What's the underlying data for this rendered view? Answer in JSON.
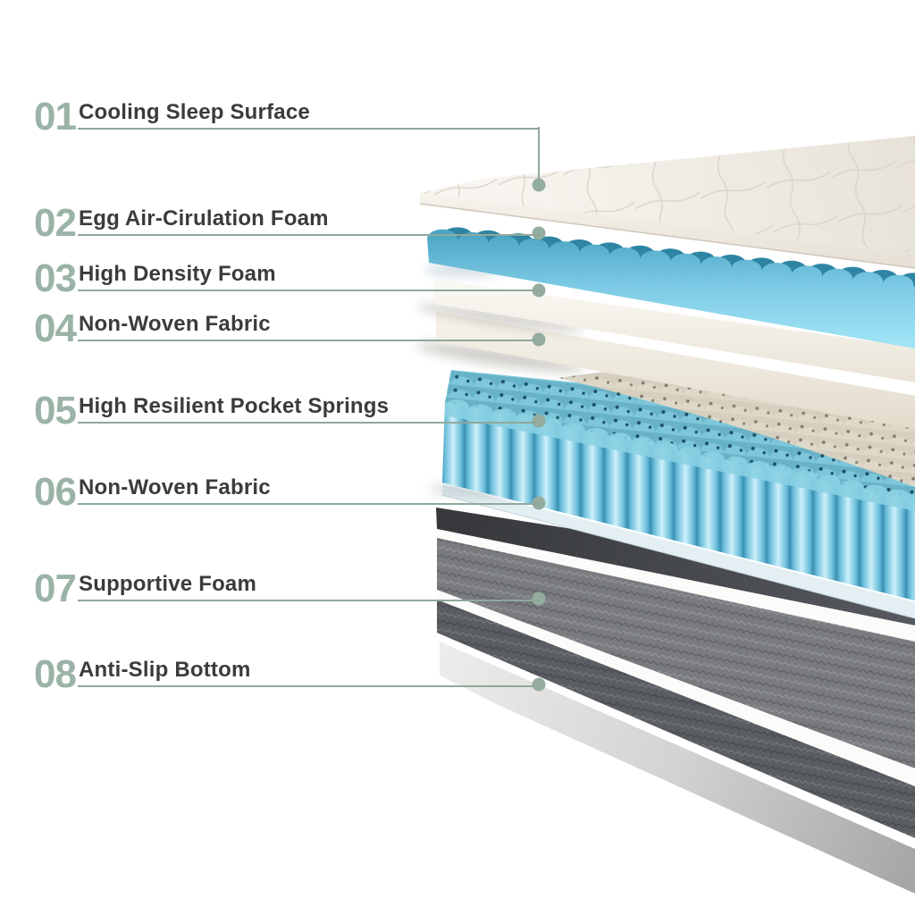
{
  "page": {
    "background": "#ffffff"
  },
  "accent": {
    "number_color": "#9BB3A6",
    "leader_color": "#8FA89B",
    "text_color": "#3b3b3b"
  },
  "labels": [
    {
      "number": "01",
      "name": "Cooling Sleep Surface"
    },
    {
      "number": "02",
      "name": "Egg Air-Cirulation Foam"
    },
    {
      "number": "03",
      "name": "High Density Foam"
    },
    {
      "number": "04",
      "name": "Non-Woven Fabric"
    },
    {
      "number": "05",
      "name": "High Resilient Pocket Springs"
    },
    {
      "number": "06",
      "name": "Non-Woven Fabric"
    },
    {
      "number": "07",
      "name": "Supportive Foam"
    },
    {
      "number": "08",
      "name": "Anti-Slip Bottom"
    }
  ],
  "illustration": {
    "type": "mattress-exploded-layers",
    "layers": [
      {
        "id": "01",
        "label": "Cooling Sleep Surface",
        "appearance": "white quilted fabric top",
        "color": "#f8f5f0"
      },
      {
        "id": "02",
        "label": "Egg Air-Cirulation Foam",
        "appearance": "light blue egg-crate convoluted foam",
        "color": "#7ecbe6"
      },
      {
        "id": "03",
        "label": "High Density Foam",
        "appearance": "white foam sheet",
        "color": "#f2eee6"
      },
      {
        "id": "04",
        "label": "Non-Woven Fabric",
        "appearance": "cream fabric sheet",
        "color": "#efe9de"
      },
      {
        "id": "05",
        "label": "High Resilient Pocket Springs",
        "appearance": "blue pocketed coils with beige fabric cover",
        "color": "#8fd3ea"
      },
      {
        "id": "06",
        "label": "Non-Woven Fabric",
        "appearance": "pale blue-white fabric sheet",
        "color": "#e4eff3"
      },
      {
        "id": "07",
        "label": "Supportive Foam",
        "appearance": "dark grey foam block with white liner stripes",
        "color": "#797b7f"
      },
      {
        "id": "08",
        "label": "Anti-Slip Bottom",
        "appearance": "light grey anti-slip base sheet",
        "color": "#c9c9c7"
      }
    ]
  }
}
